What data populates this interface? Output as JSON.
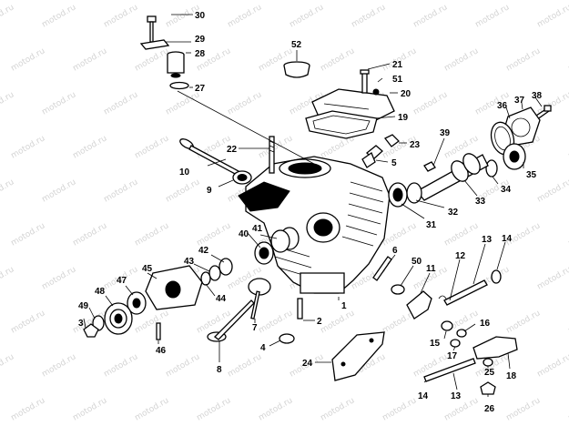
{
  "watermark": "motod.ru",
  "callouts": [
    {
      "label": "30"
    },
    {
      "label": "29"
    },
    {
      "label": "28"
    },
    {
      "label": "27"
    },
    {
      "label": "52"
    },
    {
      "label": "21"
    },
    {
      "label": "51"
    },
    {
      "label": "20"
    },
    {
      "label": "19"
    },
    {
      "label": "22"
    },
    {
      "label": "23"
    },
    {
      "label": "10"
    },
    {
      "label": "9"
    },
    {
      "label": "5"
    },
    {
      "label": "39"
    },
    {
      "label": "36"
    },
    {
      "label": "37"
    },
    {
      "label": "38"
    },
    {
      "label": "35"
    },
    {
      "label": "34"
    },
    {
      "label": "33"
    },
    {
      "label": "32"
    },
    {
      "label": "31"
    },
    {
      "label": "41"
    },
    {
      "label": "40"
    },
    {
      "label": "42"
    },
    {
      "label": "43"
    },
    {
      "label": "44"
    },
    {
      "label": "45"
    },
    {
      "label": "47"
    },
    {
      "label": "48"
    },
    {
      "label": "49"
    },
    {
      "label": "3"
    },
    {
      "label": "46"
    },
    {
      "label": "7"
    },
    {
      "label": "2"
    },
    {
      "label": "1"
    },
    {
      "label": "4"
    },
    {
      "label": "8"
    },
    {
      "label": "24"
    },
    {
      "label": "6"
    },
    {
      "label": "50"
    },
    {
      "label": "11"
    },
    {
      "label": "12"
    },
    {
      "label": "13"
    },
    {
      "label": "14"
    },
    {
      "label": "16"
    },
    {
      "label": "15"
    },
    {
      "label": "17"
    },
    {
      "label": "18"
    },
    {
      "label": "25"
    },
    {
      "label": "13"
    },
    {
      "label": "14"
    },
    {
      "label": "26"
    }
  ]
}
